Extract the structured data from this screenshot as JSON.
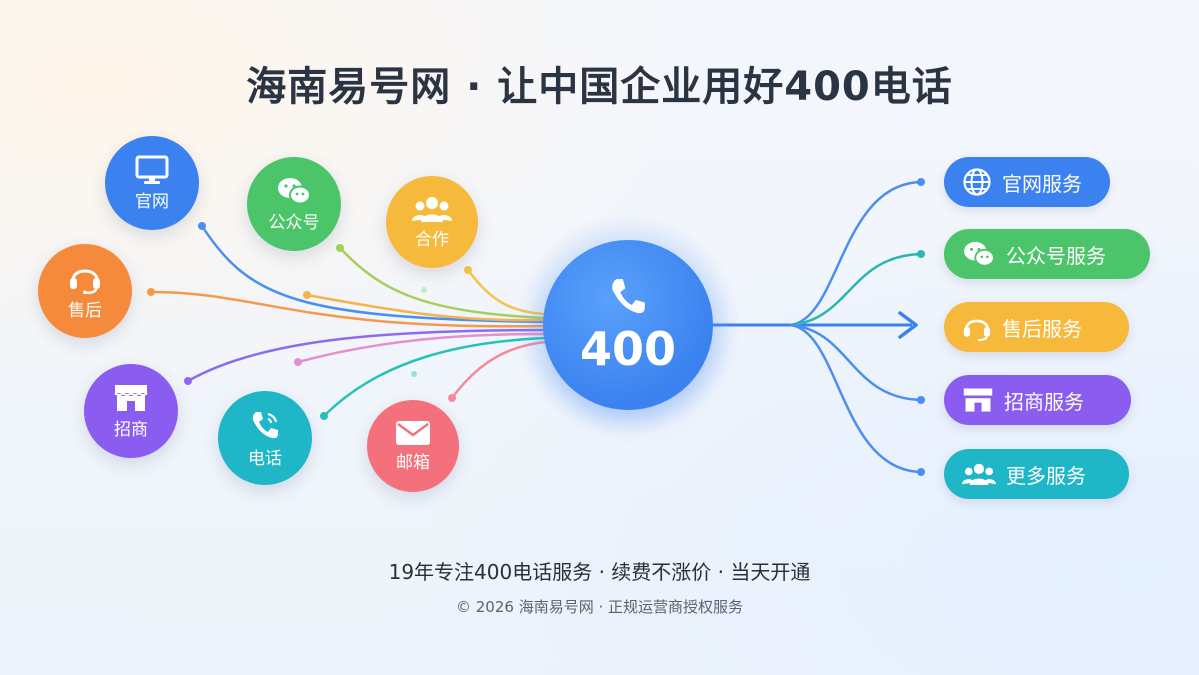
{
  "title": "海南易号网 · 让中国企业用好400电话",
  "hub": {
    "label": "400",
    "icon": "phone-icon"
  },
  "sources": [
    {
      "key": "website",
      "label": "官网",
      "icon": "monitor-icon",
      "color": "#3b82f0"
    },
    {
      "key": "wechat",
      "label": "公众号",
      "icon": "wechat-icon",
      "color": "#4cc46a"
    },
    {
      "key": "coop",
      "label": "合作",
      "icon": "people-icon",
      "color": "#f6b93b"
    },
    {
      "key": "aftersale",
      "label": "售后",
      "icon": "headset-icon",
      "color": "#f58a3c"
    },
    {
      "key": "merchant",
      "label": "招商",
      "icon": "store-icon",
      "color": "#8b5cf0"
    },
    {
      "key": "phone",
      "label": "电话",
      "icon": "phone-icon",
      "color": "#1fb6c8"
    },
    {
      "key": "mail",
      "label": "邮箱",
      "icon": "mail-icon",
      "color": "#f4707c"
    }
  ],
  "services": [
    {
      "label": "官网服务",
      "icon": "globe-icon",
      "color": "#3b82f0"
    },
    {
      "label": "公众号服务",
      "icon": "wechat-icon",
      "color": "#4cc46a"
    },
    {
      "label": "售后服务",
      "icon": "headset-icon",
      "color": "#f6b93b"
    },
    {
      "label": "招商服务",
      "icon": "store-icon",
      "color": "#8b5cf0"
    },
    {
      "label": "更多服务",
      "icon": "people-icon",
      "color": "#1fb6c8"
    }
  ],
  "tagline": "19年专注400电话服务 · 续费不涨价 · 当天开通",
  "copyright": "© 2026 海南易号网 · 正规运营商授权服务"
}
